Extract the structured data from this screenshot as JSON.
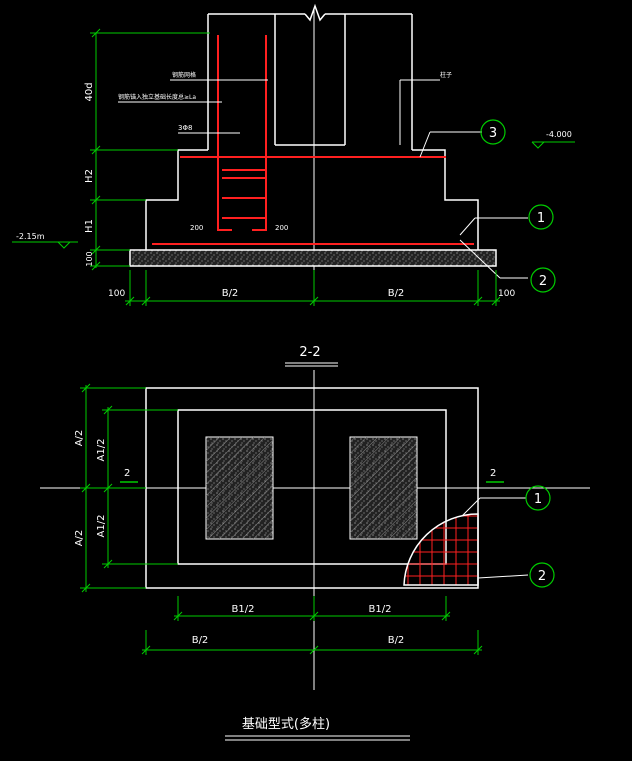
{
  "colors": {
    "background": "#000000",
    "outline": "#ffffff",
    "rebar": "#ff2020",
    "dimension": "#00cc00",
    "text": "#ffffff"
  },
  "section": {
    "title": "2-2",
    "dim_40d": "40d",
    "dim_h2": "H2",
    "dim_h1": "H1",
    "dim_100_left": "100",
    "dim_100_bottom_left": "100",
    "dim_100_bottom_right": "100",
    "dim_b2_left": "B/2",
    "dim_b2_right": "B/2",
    "dim_200_left": "200",
    "dim_200_right": "200",
    "label_rebar_1": "钢筋网格",
    "label_rebar_2": "钢筋锚入独立基础长度总≥La",
    "label_stirrup": "3Φ8",
    "label_right": "柱子",
    "level_left": "-2.15m",
    "level_right": "-4.000",
    "callout_1": "1",
    "callout_2": "2",
    "callout_3": "3"
  },
  "plan": {
    "title": "基础型式(多柱)",
    "dim_a2_top": "A/2",
    "dim_a2_bottom": "A/2",
    "dim_a12_top": "A1/2",
    "dim_a12_bottom": "A1/2",
    "dim_b12_left": "B1/2",
    "dim_b12_right": "B1/2",
    "dim_b2_left": "B/2",
    "dim_b2_right": "B/2",
    "section_mark_left": "2",
    "section_mark_right": "2",
    "callout_1": "1",
    "callout_2": "2"
  }
}
